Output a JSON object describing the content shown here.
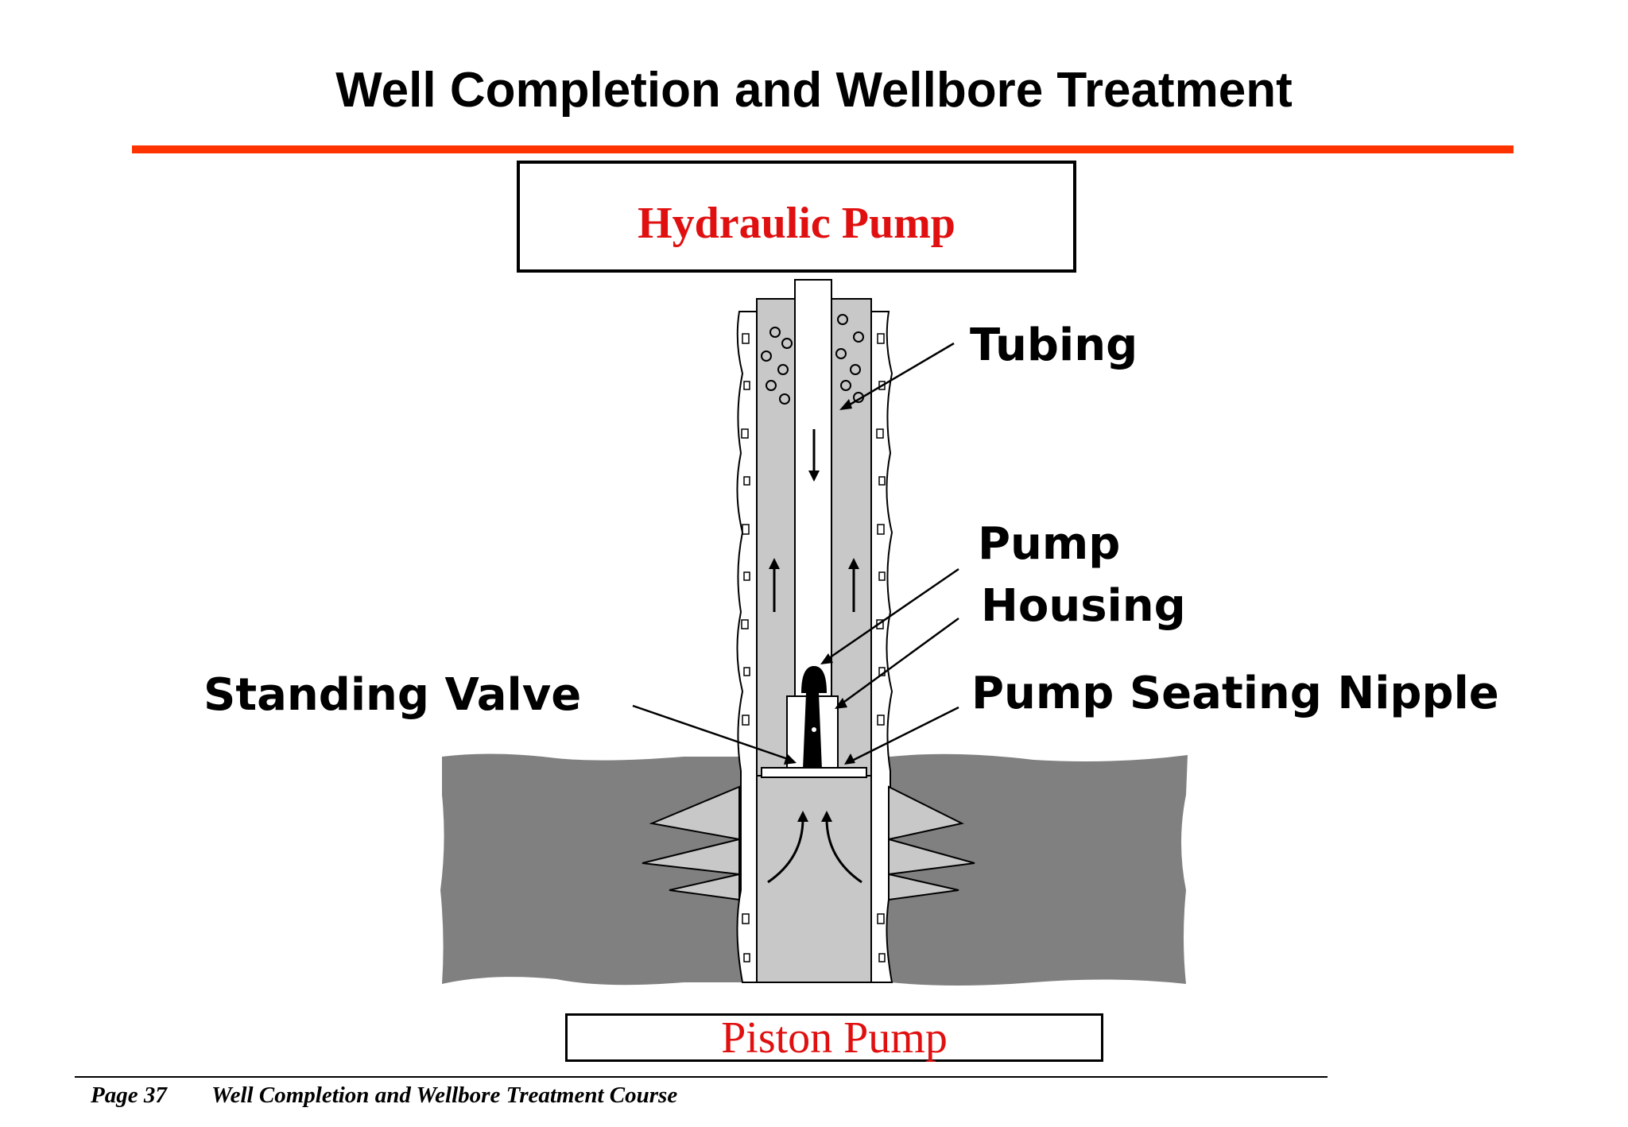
{
  "slide": {
    "title": "Well Completion and Wellbore Treatment",
    "top_box_label": "Hydraulic Pump",
    "bottom_box_label": "Piston Pump"
  },
  "labels": {
    "tubing": "Tubing",
    "pump_line1": "Pump",
    "pump_line2": "Housing",
    "standing_valve": "Standing Valve",
    "seating_nipple": "Pump Seating Nipple"
  },
  "footer": {
    "page": "Page 37",
    "course": "Well Completion and Wellbore Treatment Course"
  },
  "colors": {
    "title_rule": "#ff3300",
    "label_red": "#e01010",
    "formation": "#808080",
    "casing_fill": "#c8c8c8"
  }
}
